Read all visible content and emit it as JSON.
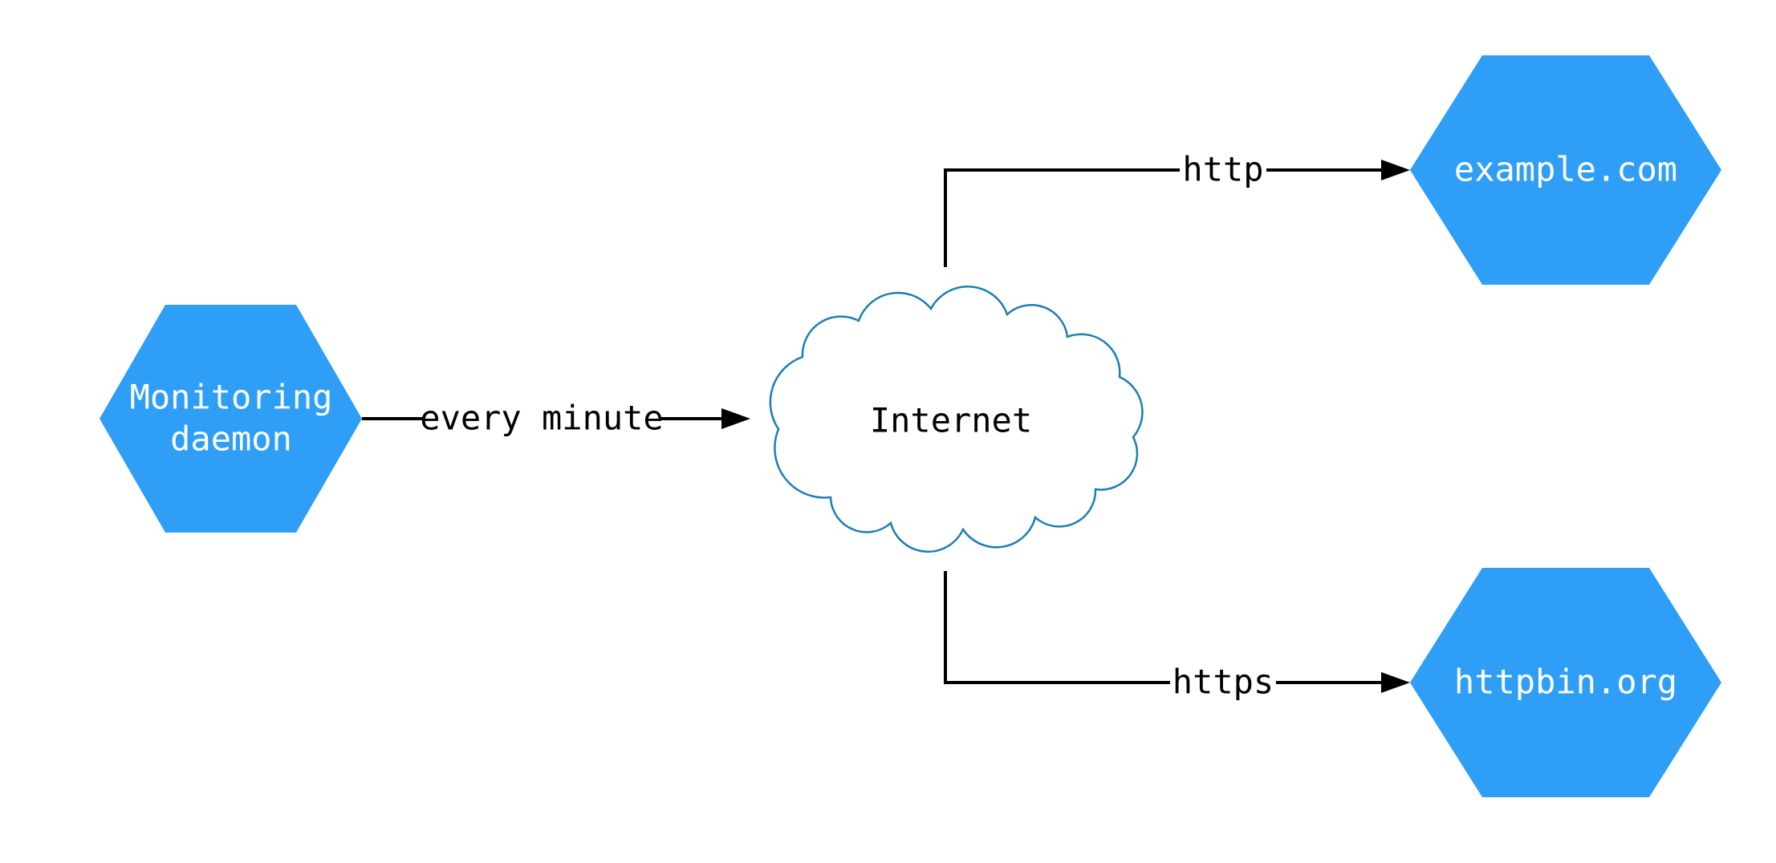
{
  "nodes": {
    "monitoring_daemon": {
      "line1": "Monitoring",
      "line2": "daemon"
    },
    "internet": {
      "label": "Internet"
    },
    "example_com": {
      "label": "example.com"
    },
    "httpbin_org": {
      "label": "httpbin.org"
    }
  },
  "edges": {
    "every_minute": {
      "label": "every minute"
    },
    "http": {
      "label": "http"
    },
    "https": {
      "label": "https"
    }
  },
  "colors": {
    "node_fill": "#2E9EF7",
    "node_text": "#FFFFFF",
    "cloud_stroke": "#1B7EB5",
    "edge_color": "#000000",
    "background": "#FFFFFF"
  }
}
